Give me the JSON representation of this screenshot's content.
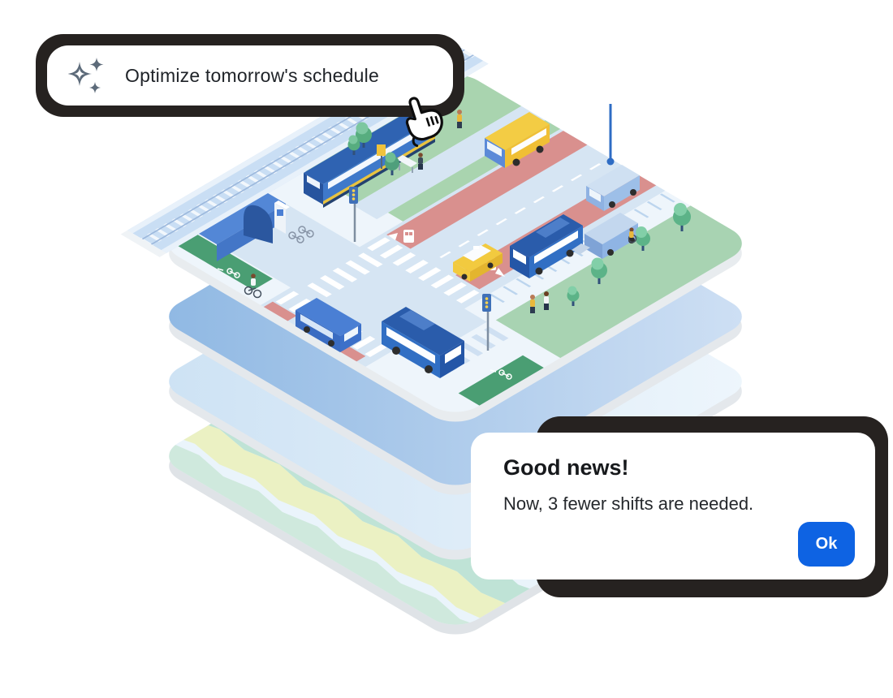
{
  "prompt_card": {
    "label": "Optimize tomorrow's schedule",
    "icon": "sparkles-icon",
    "background": "#ffffff",
    "frame_color": "#262220",
    "icon_color": "#5d6b7a"
  },
  "cursor": {
    "icon": "hand-pointer-icon"
  },
  "dialog": {
    "title": "Good news!",
    "message": "Now, 3 fewer shifts are needed.",
    "ok_label": "Ok",
    "button_color": "#0e63e3",
    "background": "#ffffff",
    "frame_color": "#262220"
  },
  "illustration": {
    "description": "Isometric city intersection with transit on four stacked map layers",
    "layers": [
      {
        "name": "city-intersection-layer"
      },
      {
        "name": "blue-layer",
        "color": "#96bde6"
      },
      {
        "name": "light-blue-layer",
        "color": "#d3e5f5"
      },
      {
        "name": "terrain-map-layer",
        "colors": [
          "#eaf4fb",
          "#bfe3d6",
          "#ebf1c3"
        ]
      }
    ],
    "palette": {
      "road_blue": "#d6e5f3",
      "plaza_white": "#eef5fb",
      "park_green": "#a9d4af",
      "bus_lane_red": "#d9908e",
      "bike_lane_green": "#4a9e73",
      "bus_blue": "#316fc4",
      "taxi_yellow": "#f2ca3f",
      "school_bus_yellow": "#f3cc44",
      "bridge_blue": "#c9def4"
    },
    "elements": [
      "train-on-bridge",
      "school-bus",
      "city-bus",
      "taxi",
      "minivan",
      "vans",
      "trees",
      "pedestrians",
      "cyclist",
      "wheelchair-user",
      "traffic-lights",
      "bus-lane-markings",
      "crosswalks",
      "bike-lanes",
      "ev-charging-station",
      "bench",
      "bus-stop-sign"
    ]
  }
}
